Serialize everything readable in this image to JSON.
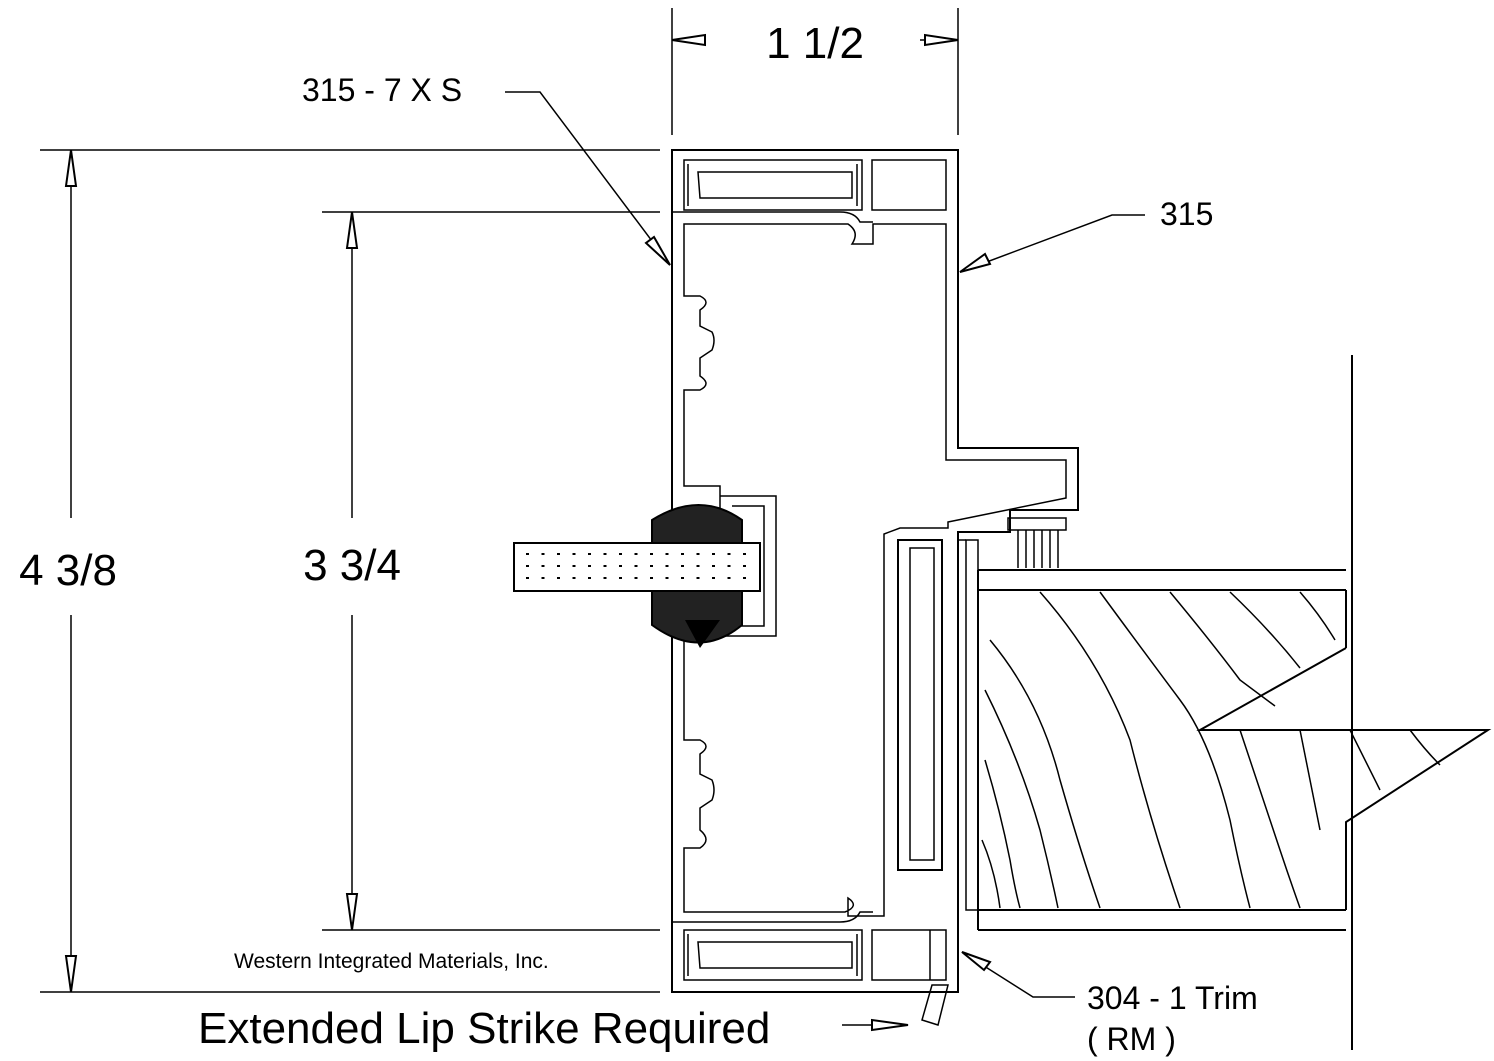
{
  "dimensions": {
    "width_label": "1 1/2",
    "overall_height_label": "4 3/8",
    "inner_height_label": "3 3/4"
  },
  "callouts": {
    "part_7xs": "315 - 7 X S",
    "part_315": "315",
    "trim_line1": "304 - 1 Trim",
    "trim_line2": "( RM )"
  },
  "notes": {
    "manufacturer": "Western Integrated Materials, Inc.",
    "strike": "Extended Lip Strike Required"
  }
}
